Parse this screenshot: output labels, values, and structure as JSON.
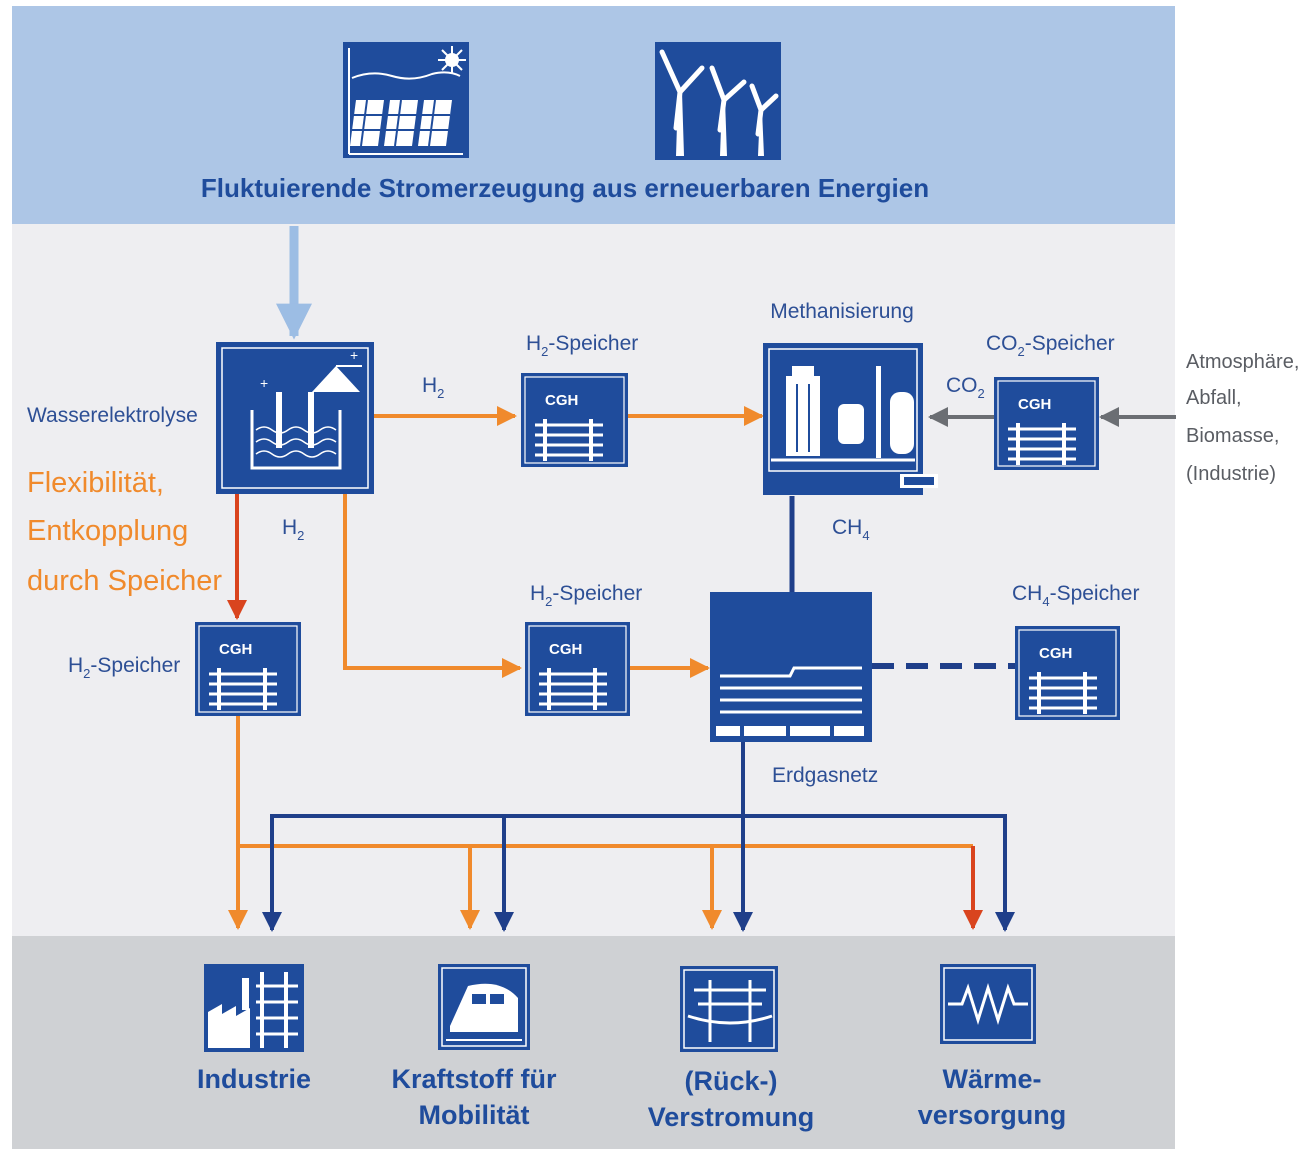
{
  "title": "Fluktuierende Stromerzeugung aus erneuerbaren Energien",
  "icons": {
    "solar": "solar-panel-icon",
    "wind": "wind-turbine-icon",
    "electrolysis": "electrolysis-icon",
    "methanation": "methanation-plant-icon",
    "storage": "gas-storage-tank-icon",
    "gasgrid": "gas-grid-icon",
    "industry": "factory-icon",
    "mobility": "train-icon",
    "reconversion": "power-line-icon",
    "heat": "heating-icon"
  },
  "labels": {
    "electrolysis": "Wasserelektrolyse",
    "flex_line1": "Flexibilität,",
    "flex_line2": "Entkopplung",
    "flex_line3": "durch Speicher",
    "h2_top": "H",
    "h2_below": "H",
    "h2_sub": "2",
    "h2_storage": "-Speicher",
    "co2_storage": "-Speicher",
    "ch4_storage": "-Speicher",
    "methanation": "Methanisierung",
    "co2_base": "CO",
    "ch4_base": "CH",
    "ch4_sub": "4",
    "gasgrid": "Erdgasnetz",
    "tank_text": "CGH",
    "source_line1": "Atmosphäre,",
    "source_line2": "Abfall,",
    "source_line3": "Biomasse,",
    "source_line4": "(Industrie)"
  },
  "consumers": {
    "industry": "Industrie",
    "mobility_line1": "Kraftstoff für",
    "mobility_line2": "Mobilität",
    "reconversion_line1": "(Rück-)",
    "reconversion_line2": "Verstromung",
    "heat_line1": "Wärme-",
    "heat_line2": "versorgung"
  },
  "colors": {
    "band_top": "#adc6e6",
    "band_mid": "#eeeef1",
    "band_bottom": "#cfd1d4",
    "box_blue": "#1f4c9c",
    "h2_flow": "#f08a2c",
    "direct_flow": "#d9441e",
    "gas_flow": "#1f3f8a",
    "co2_flow": "#6b6e73",
    "power_flow": "#9cbde4",
    "label_blue": "#2d4f95"
  }
}
